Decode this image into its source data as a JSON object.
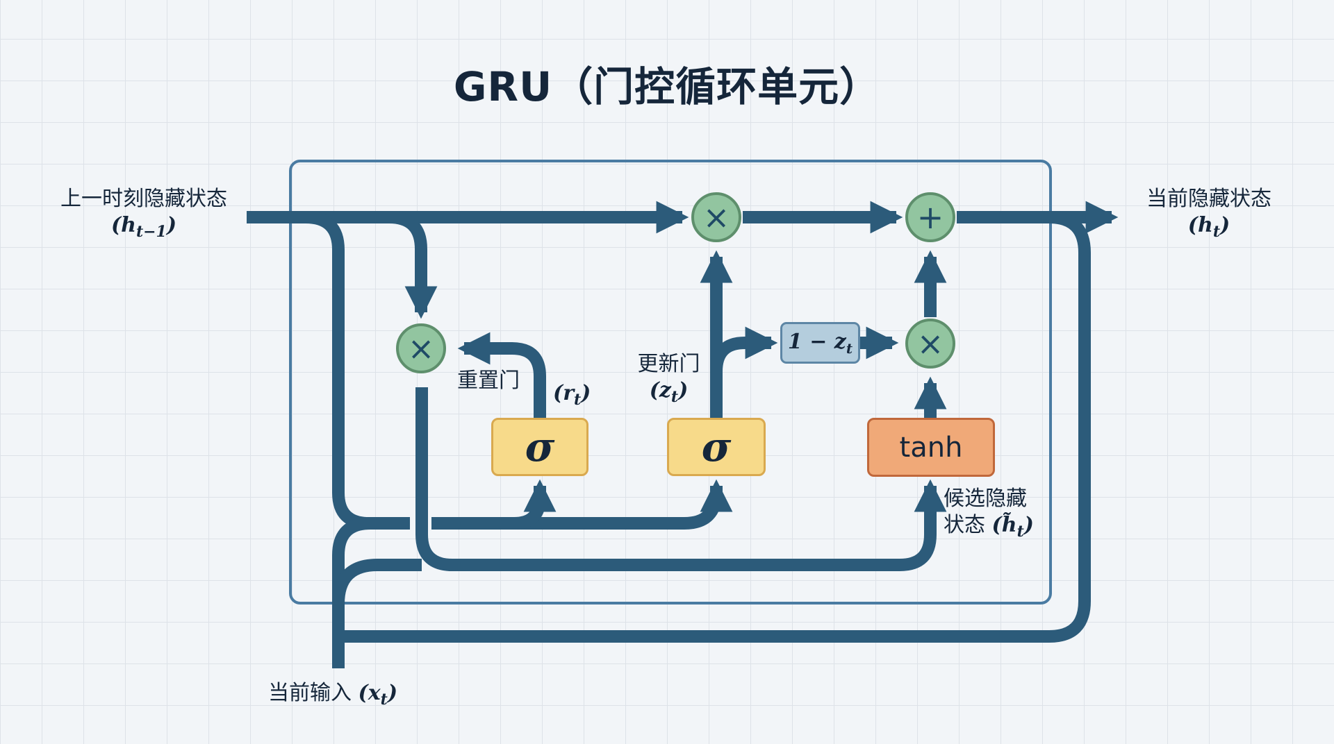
{
  "title": "GRU（门控循环单元）",
  "colors": {
    "flow": "#2c5b7a",
    "frame": "#4a7ba2",
    "op_fill": "#92c5a0",
    "op_stroke": "#5e8f6c",
    "sigma_fill": "#f7da8a",
    "tanh_fill": "#f0a978",
    "one_minus_fill": "#b4cddd",
    "background": "#f2f5f8",
    "grid": "#dde2e8"
  },
  "inputs": {
    "prev_hidden": {
      "label": "上一时刻隐藏状态",
      "symbol": "(h",
      "sub": "t−1",
      "close": ")"
    },
    "current_input": {
      "label": "当前输入",
      "symbol": "(x",
      "sub": "t",
      "close": ")"
    }
  },
  "outputs": {
    "current_hidden": {
      "label": "当前隐藏状态",
      "symbol": "(h",
      "sub": "t",
      "close": ")"
    }
  },
  "gates": {
    "reset": {
      "label": "重置门",
      "symbol": "(r",
      "sub": "t",
      "close": ")",
      "activation": "σ"
    },
    "update": {
      "label": "更新门",
      "symbol": "(z",
      "sub": "t",
      "close": ")",
      "activation": "σ"
    },
    "candidate": {
      "label_line1": "候选隐藏",
      "label_line2": "状态",
      "symbol": "(h̃",
      "sub": "t",
      "close": ")",
      "activation": "tanh"
    }
  },
  "operators": {
    "reset_multiply": "×",
    "update_multiply": "×",
    "candidate_multiply": "×",
    "sum": "+"
  },
  "one_minus_z": {
    "prefix": "1 − z",
    "sub": "t"
  }
}
